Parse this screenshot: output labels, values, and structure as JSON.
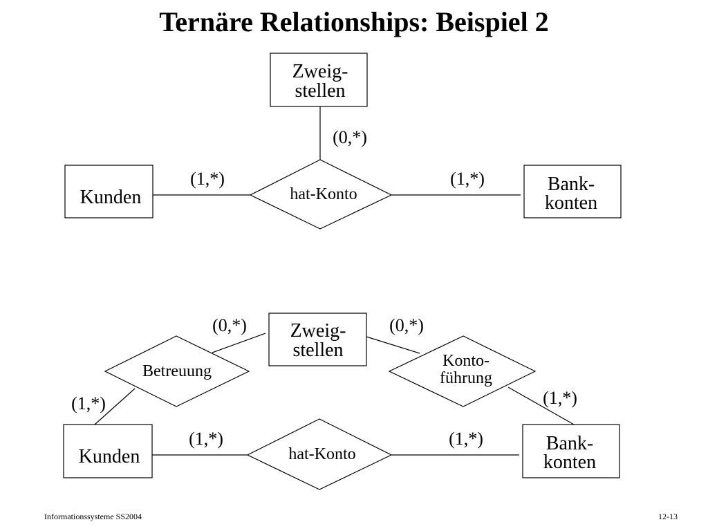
{
  "slide": {
    "title": "Ternäre Relationships: Beispiel 2",
    "footer_left": "Informationssysteme SS2004",
    "footer_right": "12-13"
  },
  "diagram1": {
    "entities": {
      "zweigstellen": [
        "Zweig-",
        "stellen"
      ],
      "kunden": [
        "Kunden"
      ],
      "bankkonten": [
        "Bank-",
        "konten"
      ]
    },
    "relationship": [
      "hat-Konto"
    ],
    "cardinalities": {
      "zweigstellen": "(0,*)",
      "kunden": "(1,*)",
      "bankkonten": "(1,*)"
    }
  },
  "diagram2": {
    "entities": {
      "zweigstellen": [
        "Zweig-",
        "stellen"
      ],
      "kunden": [
        "Kunden"
      ],
      "bankkonten": [
        "Bank-",
        "konten"
      ]
    },
    "relationships": {
      "betreuung": [
        "Betreuung"
      ],
      "kontofuehrung": [
        "Konto-",
        "führung"
      ],
      "hat_konto": [
        "hat-Konto"
      ]
    },
    "cardinalities": {
      "betreuung_zweigstellen": "(0,*)",
      "betreuung_kunden": "(1,*)",
      "kontofuehrung_zweigstellen": "(0,*)",
      "kontofuehrung_bankkonten": "(1,*)",
      "hatkonto_kunden": "(1,*)",
      "hatkonto_bankkonten": "(1,*)"
    }
  }
}
